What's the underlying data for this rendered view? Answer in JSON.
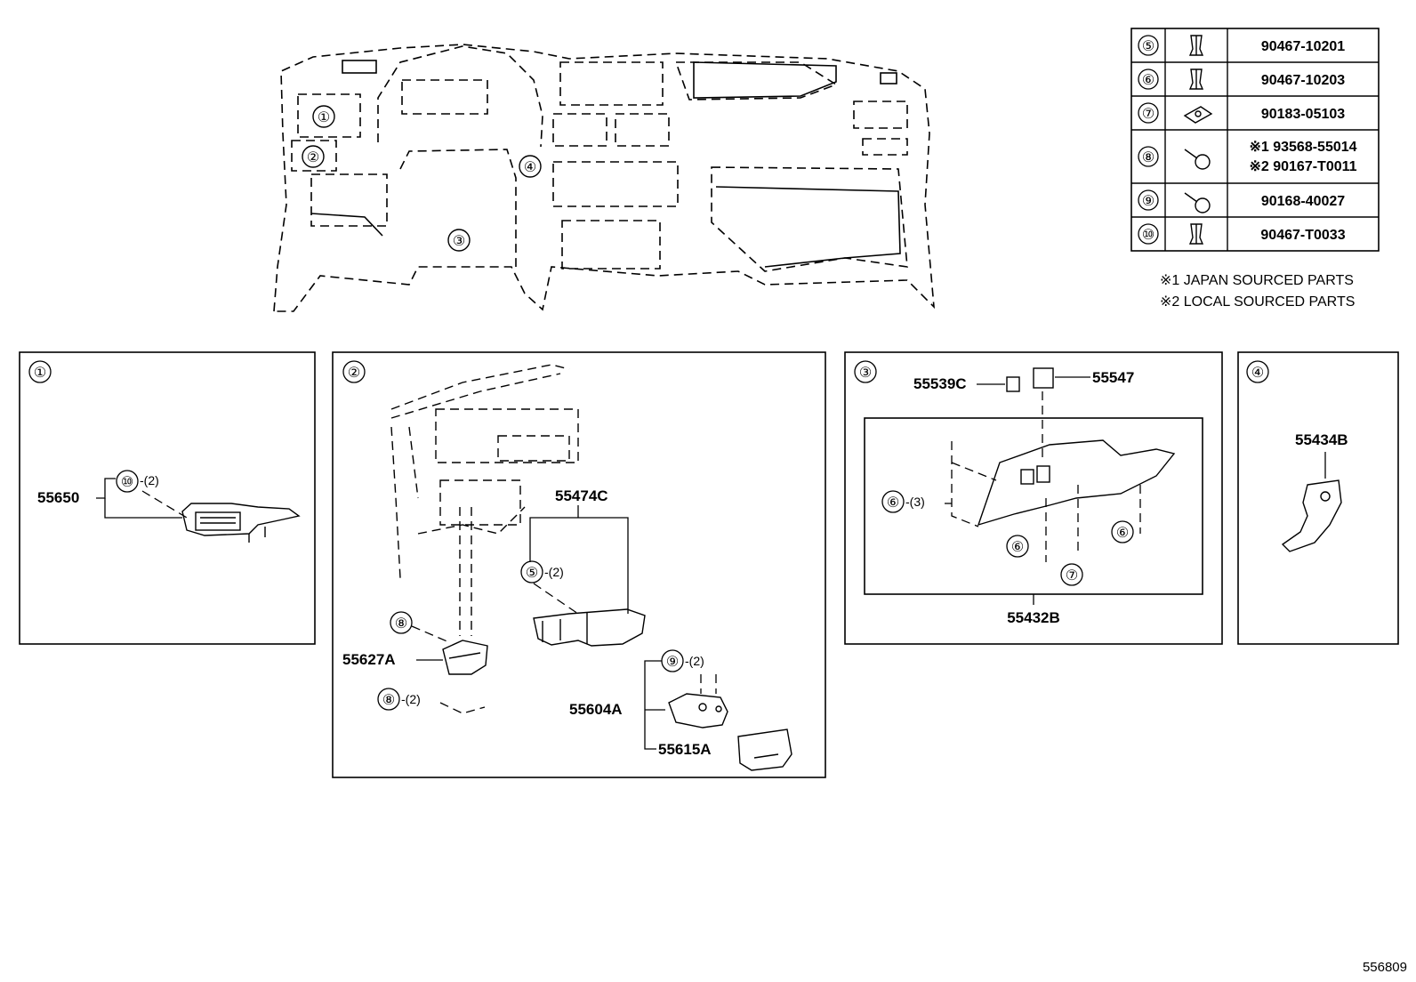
{
  "overview": {
    "callouts": [
      "①",
      "②",
      "③",
      "④"
    ]
  },
  "fastener_table": {
    "rows": [
      {
        "callout": "⑤",
        "icon": "clip-icon",
        "part": "90467-10201"
      },
      {
        "callout": "⑥",
        "icon": "clip-icon",
        "part": "90467-10203"
      },
      {
        "callout": "⑦",
        "icon": "nut-icon",
        "part": "90183-05103"
      },
      {
        "callout": "⑧",
        "icon": "screw-icon",
        "part": "※1 93568-55014",
        "part2": "※2 90167-T0011"
      },
      {
        "callout": "⑨",
        "icon": "screw-icon",
        "part": "90168-40027"
      },
      {
        "callout": "⑩",
        "icon": "clip-icon",
        "part": "90467-T0033"
      }
    ],
    "notes": [
      "※1 JAPAN SOURCED PARTS",
      "※2 LOCAL SOURCED PARTS"
    ]
  },
  "panel1": {
    "callout": "①",
    "part": "55650",
    "fastener": "⑩",
    "qty": "-(2)"
  },
  "panel2": {
    "callout": "②",
    "duct_part": "55474C",
    "clip_callout": "⑤",
    "clip_qty": "-(2)",
    "screw_callout_top": "⑧",
    "bracket_part": "55627A",
    "screw_callout_bottom": "⑧",
    "screw_qty": "-(2)",
    "screw9_callout": "⑨",
    "screw9_qty": "-(2)",
    "vent_part": "55604A",
    "cover_part": "55615A"
  },
  "panel3": {
    "callout": "③",
    "part_a": "55539C",
    "part_b": "55547",
    "clip_left": "⑥",
    "clip_left_qty": "-(3)",
    "clip_mid": "⑥",
    "clip_right": "⑥",
    "nut": "⑦",
    "panel_part": "55432B"
  },
  "panel4": {
    "callout": "④",
    "part": "55434B"
  },
  "illustration_number": "556809"
}
